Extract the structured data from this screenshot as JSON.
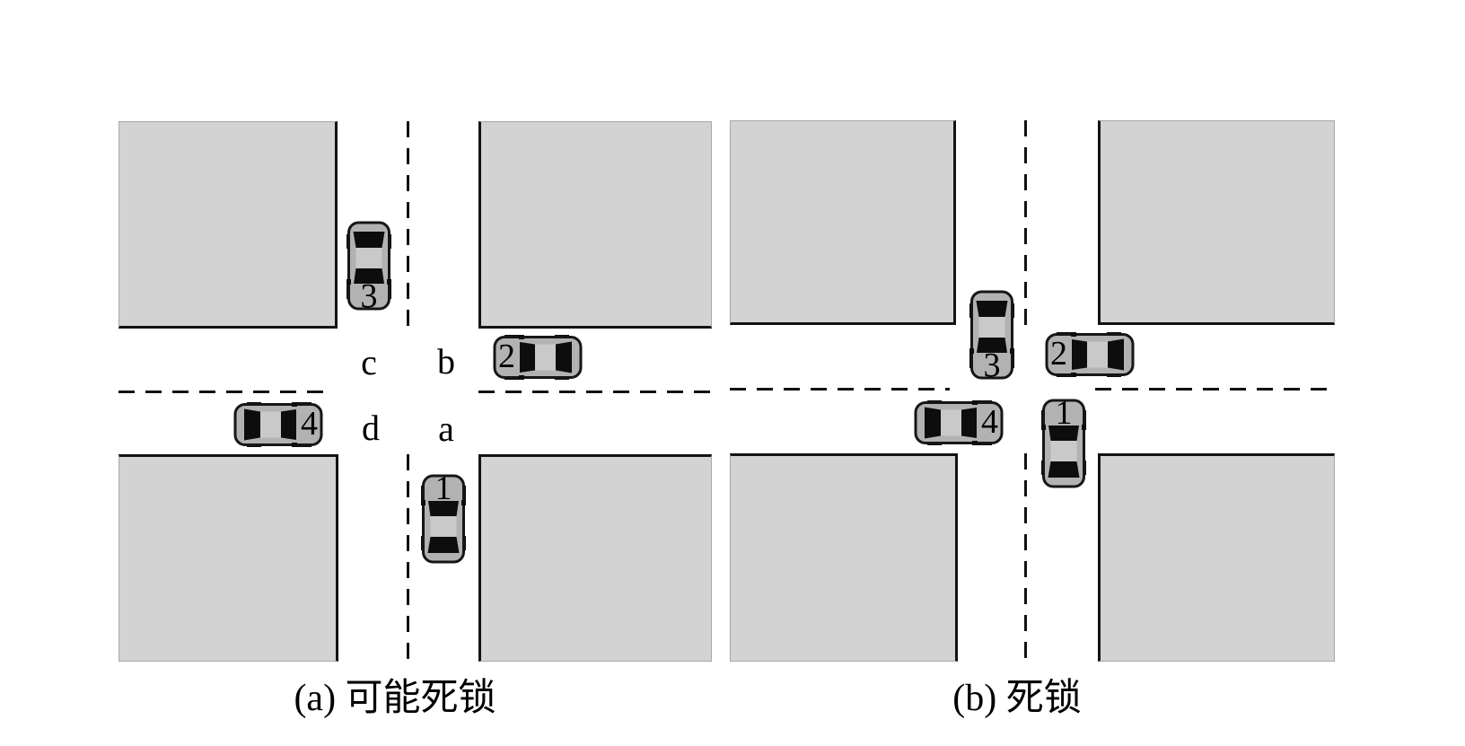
{
  "figure": {
    "panels": {
      "a": {
        "caption": "(a) 可能死锁",
        "cell_labels": {
          "top_left": "c",
          "top_right": "b",
          "bottom_left": "d",
          "bottom_right": "a"
        },
        "cars": {
          "car1": {
            "number": "1",
            "heading": "north"
          },
          "car2": {
            "number": "2",
            "heading": "west"
          },
          "car3": {
            "number": "3",
            "heading": "south"
          },
          "car4": {
            "number": "4",
            "heading": "east"
          }
        }
      },
      "b": {
        "caption": "(b) 死锁",
        "cars": {
          "car1": {
            "number": "1",
            "heading": "north"
          },
          "car2": {
            "number": "2",
            "heading": "west"
          },
          "car3": {
            "number": "3",
            "heading": "south"
          },
          "car4": {
            "number": "4",
            "heading": "east"
          }
        }
      }
    },
    "colors": {
      "block_fill": "#d3d3d3",
      "road_fill": "#ffffff",
      "lane_line": "#111111",
      "car_body": "#b2b2b2",
      "car_roof": "#c9c9c9",
      "car_glass": "#0d0d0d"
    }
  }
}
